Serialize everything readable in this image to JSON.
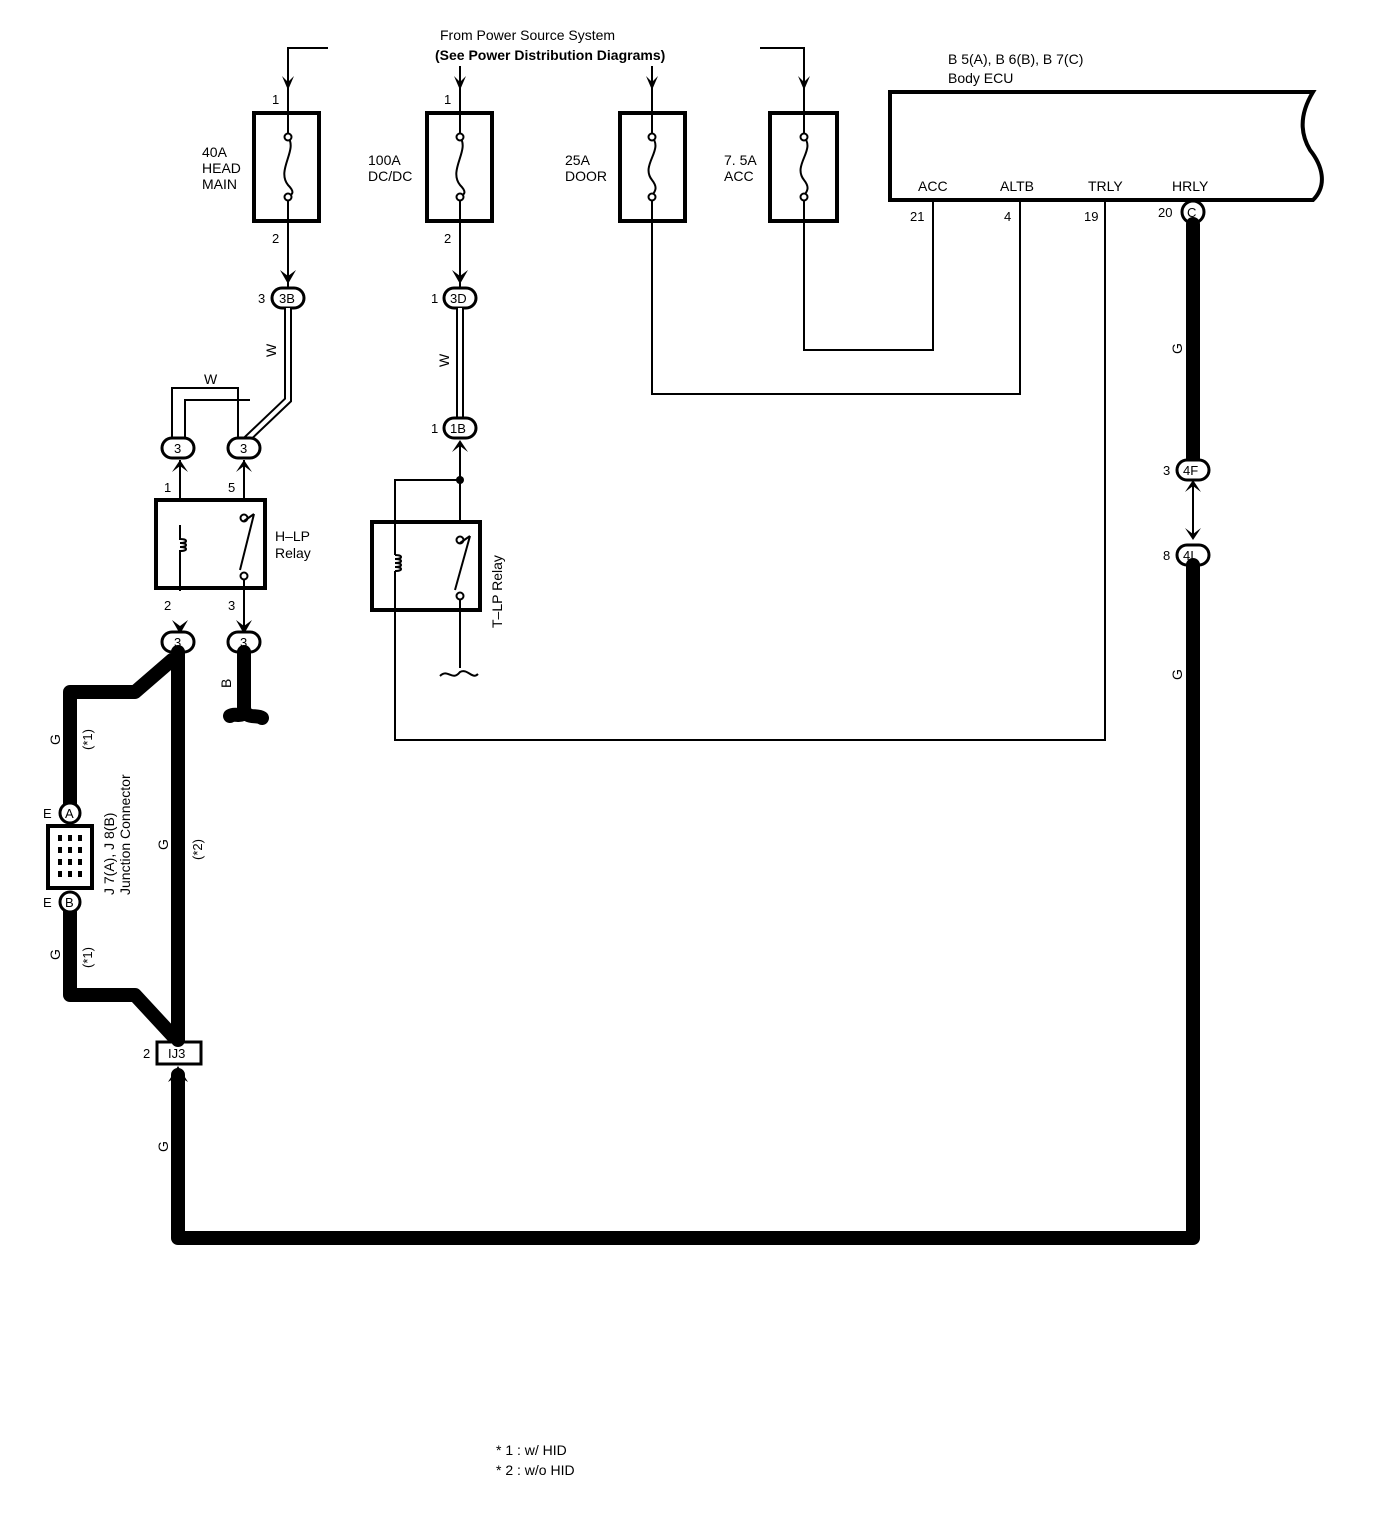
{
  "header": {
    "line1": "From Power Source System",
    "line2": "(See Power Distribution Diagrams)"
  },
  "fuses": [
    {
      "name_lines": [
        "40A",
        "HEAD",
        "MAIN"
      ],
      "pin_top": "1",
      "pin_bottom": "2"
    },
    {
      "name_lines": [
        "100A",
        "DC/DC"
      ],
      "pin_top": "1",
      "pin_bottom": "2"
    },
    {
      "name_lines": [
        "25A",
        "DOOR"
      ]
    },
    {
      "name_lines": [
        "7. 5A",
        "ACC"
      ]
    }
  ],
  "ecu": {
    "title_line1": "B 5(A), B 6(B), B 7(C)",
    "title_line2": "Body ECU",
    "terminals": [
      {
        "name": "ACC",
        "pin": "21"
      },
      {
        "name": "ALTB",
        "pin": "4"
      },
      {
        "name": "TRLY",
        "pin": "19"
      },
      {
        "name": "HRLY",
        "pin": "20",
        "connector": "C"
      }
    ]
  },
  "connectors": {
    "c3b": {
      "id": "3B",
      "pin": "3"
    },
    "c3d": {
      "id": "3D",
      "pin": "1"
    },
    "c1b": {
      "id": "1B",
      "pin": "1"
    },
    "c4f": {
      "id": "4F",
      "pin": "3"
    },
    "c4i": {
      "id": "4I",
      "pin": "8"
    },
    "ij3": {
      "id": "IJ3",
      "pin": "2"
    },
    "relay_conn": "3"
  },
  "h_lp_relay": {
    "label_line1": "H–LP",
    "label_line2": "Relay",
    "pins": {
      "top_left": "1",
      "top_right": "5",
      "bottom_left": "2",
      "bottom_right": "3"
    }
  },
  "t_lp_relay": {
    "label": "T–LP Relay"
  },
  "junction": {
    "label_line1": "J 7(A), J 8(B)",
    "label_line2": "Junction Connector",
    "pin_a": "E",
    "conn_a": "A",
    "pin_b": "E",
    "conn_b": "B"
  },
  "wire_colors": {
    "w": "W",
    "g": "G",
    "b": "B"
  },
  "wire_notes": {
    "n1": "(*1)",
    "n2": "(*2)"
  },
  "footnotes": [
    "* 1 : w/ HID",
    "* 2 : w/o HID"
  ]
}
